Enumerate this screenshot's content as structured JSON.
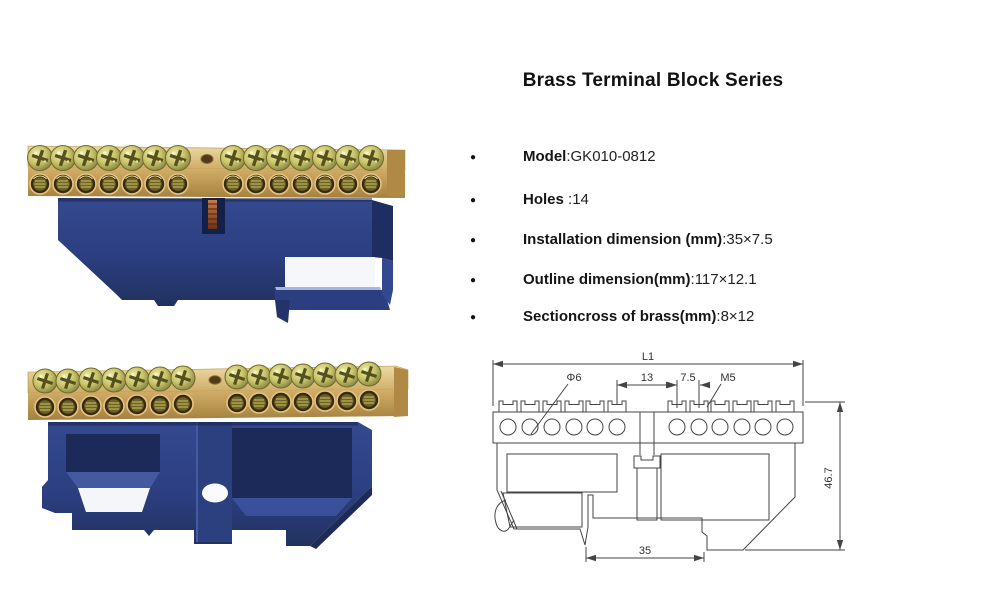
{
  "page": {
    "title": "Brass Terminal Block Series",
    "background": "#ffffff",
    "bullet_glyph": "●"
  },
  "specs": [
    {
      "label": "Model",
      "sep": ":",
      "value": "GK010-0812"
    },
    {
      "label": "Holes",
      "sep": " :",
      "value": "14"
    },
    {
      "label": "Installation dimension (mm)",
      "sep": ":",
      "value": "35×7.5"
    },
    {
      "label": "Outline dimension(mm)",
      "sep": ":",
      "value": "117×12.1"
    },
    {
      "label": "Sectioncross of brass(mm)",
      "sep": ":",
      "value": "8×12"
    }
  ],
  "photos": {
    "top": {
      "screws": 14
    },
    "bottom": {
      "screws": 14
    }
  },
  "drawing": {
    "labels": {
      "overall_length": "L1",
      "hole_diameter": "Φ6",
      "center_spacing": "13",
      "pitch": "7.5",
      "thread": "M5",
      "overall_height": "46.7",
      "rail_width": "35"
    }
  },
  "colors": {
    "brass": "#c9a55e",
    "brass_light": "#e7d3a0",
    "screw_zinc": "#b6b25c",
    "base_blue": "#2c3f85",
    "base_blue_dark": "#1e2e62",
    "drawing_line": "#444444",
    "text": "#1a1a1a"
  }
}
